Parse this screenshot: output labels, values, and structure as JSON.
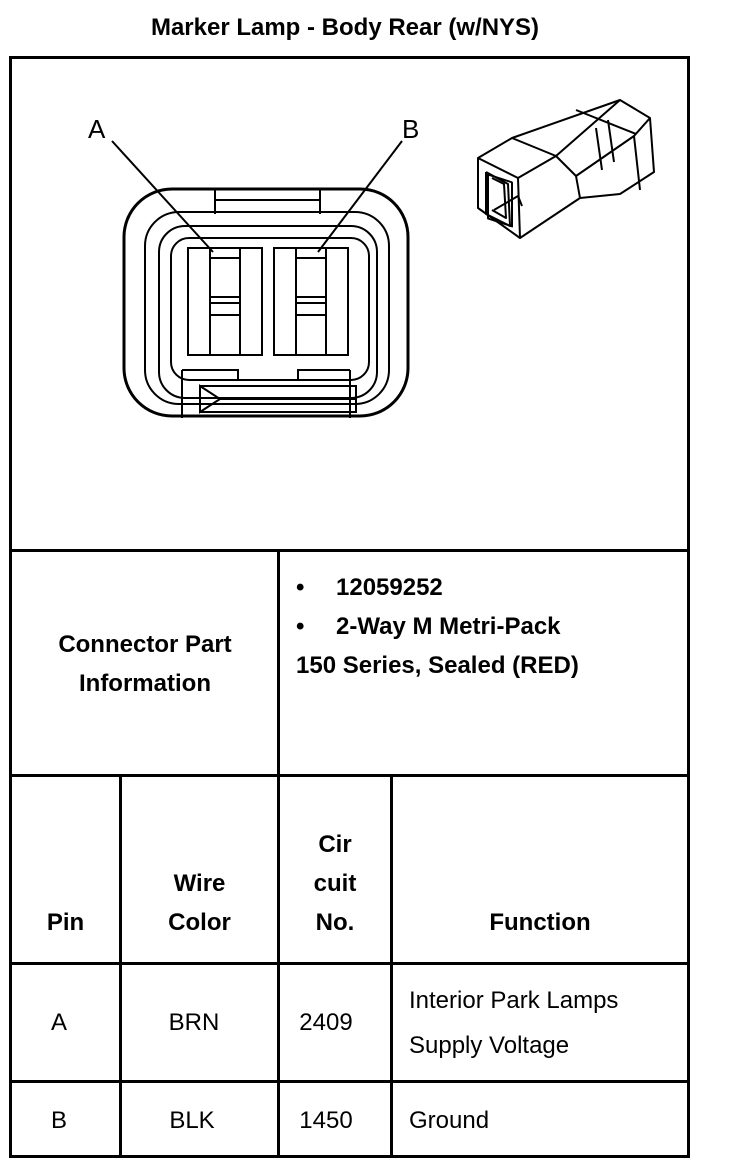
{
  "title": "Marker Lamp - Body Rear (w/NYS)",
  "diagram": {
    "pin_labels": [
      "A",
      "B"
    ],
    "connector_face_icon": "connector-face-view",
    "connector_iso_icon": "connector-isometric-view"
  },
  "connector_info": {
    "label_line1": "Connector Part",
    "label_line2": "Information",
    "bullet": "•",
    "items": [
      "12059252",
      "2-Way M Metri-Pack"
    ],
    "continuation": "150 Series, Sealed (RED)"
  },
  "table": {
    "headers": {
      "pin": "Pin",
      "wire_color_line1": "Wire",
      "wire_color_line2": "Color",
      "circuit_line1": "Cir",
      "circuit_line2": "cuit",
      "circuit_line3": "No.",
      "function": "Function"
    },
    "rows": [
      {
        "pin": "A",
        "wire_color": "BRN",
        "circuit": "2409",
        "function_line1": "Interior Park Lamps",
        "function_line2": "Supply Voltage"
      },
      {
        "pin": "B",
        "wire_color": "BLK",
        "circuit": "1450",
        "function_line1": "Ground",
        "function_line2": ""
      }
    ]
  }
}
